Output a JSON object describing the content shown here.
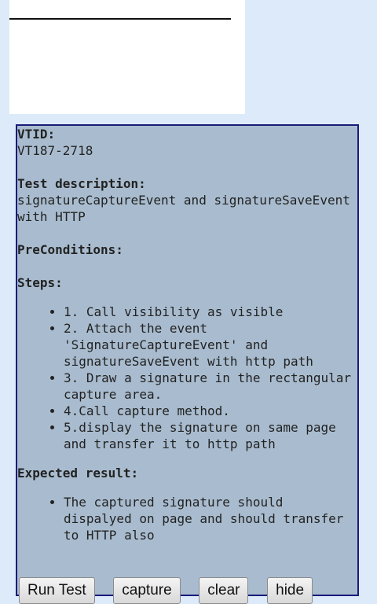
{
  "test": {
    "vtid_label": "VTID:",
    "vtid_value": "VT187-2718",
    "description_label": "Test description:",
    "description_value": "signatureCaptureEvent and signatureSaveEvent with HTTP",
    "preconditions_label": "PreConditions:",
    "steps_label": "Steps:",
    "steps": [
      "1. Call visibility as visible",
      "2. Attach the event 'SignatureCaptureEvent' and signatureSaveEvent with http path",
      "3. Draw a signature in the rectangular capture area.",
      "4.Call capture method.",
      "5.display the signature on same page and transfer it to http path"
    ],
    "expected_label": "Expected result:",
    "expected": [
      "The captured signature should dispalyed on page and should transfer to HTTP also"
    ]
  },
  "buttons": {
    "run_test": "Run Test",
    "capture": "capture",
    "clear": "clear",
    "hide": "hide"
  }
}
